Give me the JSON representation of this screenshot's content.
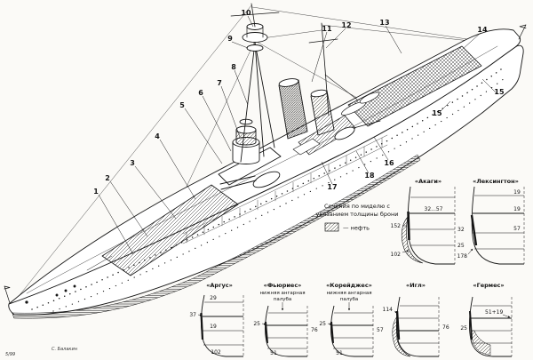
{
  "callouts": {
    "c1": "1",
    "c2": "2",
    "c3": "3",
    "c4": "4",
    "c5": "5",
    "c6": "6",
    "c7": "7",
    "c8": "8",
    "c9": "9",
    "c10": "10",
    "c11": "11",
    "c12": "12",
    "c13": "13",
    "c14": "14",
    "c15": "15",
    "c15b": "15",
    "c16": "16",
    "c17": "17",
    "c18": "18"
  },
  "legend": {
    "caption_line1": "Сечения по миделю с",
    "caption_line2": "указанием толщины брони",
    "oil_label": "— нефть"
  },
  "sections_top": {
    "akagi": {
      "name": "«Акаги»",
      "deck": "32...57",
      "belt": "152",
      "m_32": "32",
      "m_25": "25",
      "lower_belt": "102"
    },
    "lexington": {
      "name": "«Лексингтон»",
      "m_19a": "19",
      "m_19b": "19",
      "m_57": "57",
      "belt": "178"
    }
  },
  "sections_bottom": {
    "argus": {
      "name": "«Аргус»",
      "m1": "29",
      "m2": "37",
      "m3": "19",
      "m4": "102"
    },
    "furious": {
      "name": "«Фьюриес»",
      "subtitle1": "нижняя ангарная",
      "subtitle2": "палуба",
      "m1": "25",
      "m2": "51",
      "m3": "76"
    },
    "courageous": {
      "name": "«Корейджес»",
      "subtitle1": "нижняя ангарная",
      "subtitle2": "палуба",
      "m1": "25",
      "m2": "51",
      "m3": "57"
    },
    "eagle": {
      "name": "«Игл»",
      "m1": "114",
      "m2": "76"
    },
    "hermes": {
      "name": "«Гермес»",
      "m1": "51+19",
      "m2": "25"
    }
  },
  "credit": {
    "signature": "С. Балакин",
    "mark": "5/99"
  }
}
